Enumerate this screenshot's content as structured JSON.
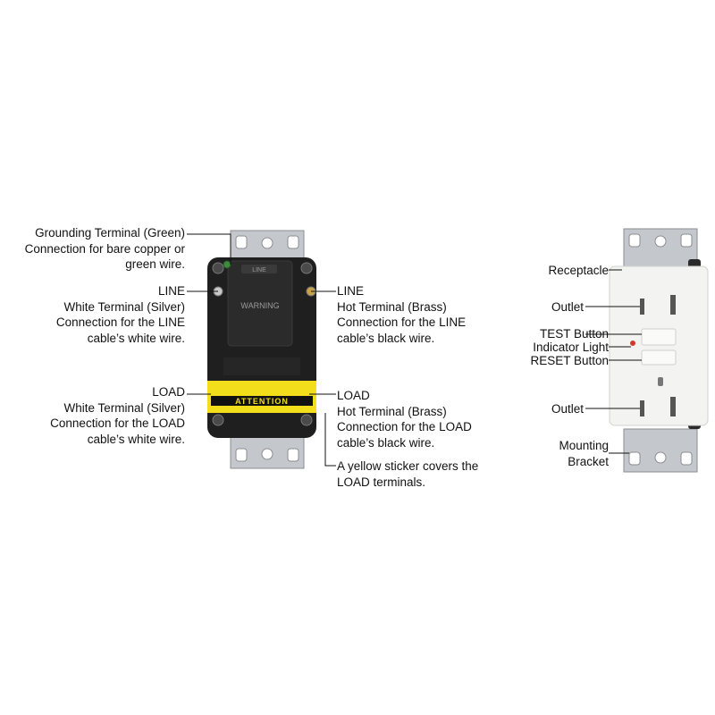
{
  "left_labels": {
    "grounding": [
      "Grounding Terminal (Green)",
      "Connection for bare copper or",
      "green wire."
    ],
    "line_white": [
      "LINE",
      "White  Terminal (Silver)",
      "Connection for the  LINE",
      "cable’s white wire."
    ],
    "load_white": [
      "LOAD",
      "White  Terminal (Silver)",
      "Connection for the  LOAD",
      "cable’s white wire."
    ]
  },
  "right_labels": {
    "line_hot": [
      "LINE",
      "Hot Terminal (Brass)",
      "Connection for the  LINE",
      "cable’s black wire."
    ],
    "load_hot": [
      "LOAD",
      "Hot Terminal (Brass)",
      "Connection for the  LOAD",
      "cable’s black wire."
    ],
    "sticker": [
      "A yellow sticker covers the",
      "LOAD terminals."
    ]
  },
  "back_device": {
    "top_badge": "LINE",
    "warning": "WARNING",
    "sticker_text": "ATTENTION"
  },
  "front_labels": {
    "receptacle": "Receptacle",
    "outlet_top": "Outlet",
    "test": "TEST Button",
    "indicator": "Indicator Light",
    "reset": "RESET Button",
    "outlet_bottom": "Outlet",
    "mounting": [
      "Mounting",
      "Bracket"
    ]
  },
  "colors": {
    "device_body": "#1f1f1f",
    "sticker": "#f2de1a",
    "plate": "#c9ccd0",
    "receptacle_face": "#f3f3f1",
    "indicator": "#d23a2e"
  }
}
